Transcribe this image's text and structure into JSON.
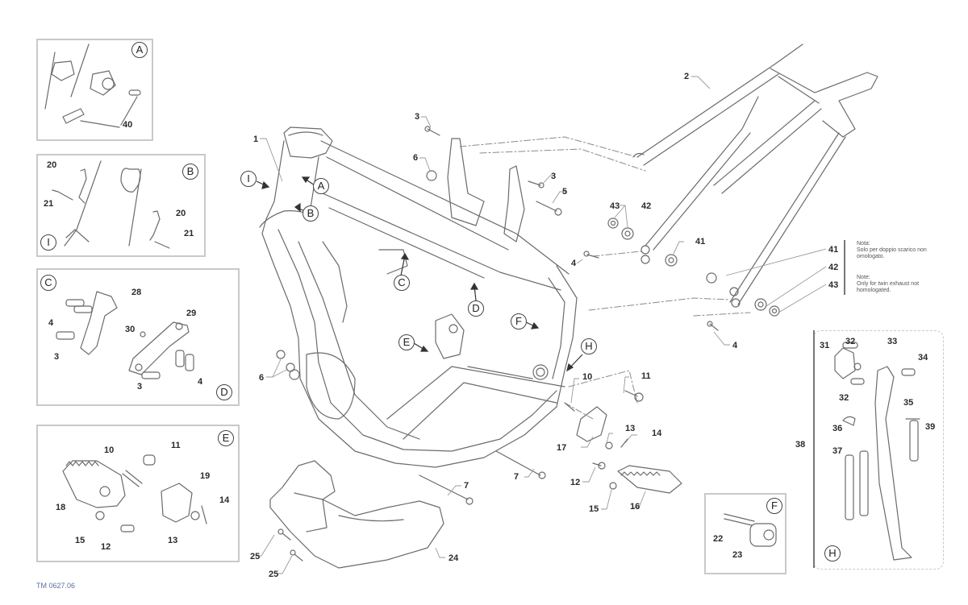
{
  "diagram": {
    "title": "Frame exploded parts diagram",
    "drawing_code": "TM 0627.06",
    "main_view": {
      "callouts": [
        {
          "id": "c1",
          "text": "1"
        },
        {
          "id": "c2",
          "text": "2"
        },
        {
          "id": "c3a",
          "text": "3"
        },
        {
          "id": "c3b",
          "text": "3"
        },
        {
          "id": "c4a",
          "text": "4"
        },
        {
          "id": "c4b",
          "text": "4"
        },
        {
          "id": "c5",
          "text": "5"
        },
        {
          "id": "c6a",
          "text": "6"
        },
        {
          "id": "c6b",
          "text": "6"
        },
        {
          "id": "c7a",
          "text": "7"
        },
        {
          "id": "c7b",
          "text": "7"
        },
        {
          "id": "c10",
          "text": "10"
        },
        {
          "id": "c11",
          "text": "11"
        },
        {
          "id": "c12",
          "text": "12"
        },
        {
          "id": "c13",
          "text": "13"
        },
        {
          "id": "c14",
          "text": "14"
        },
        {
          "id": "c15",
          "text": "15"
        },
        {
          "id": "c16",
          "text": "16"
        },
        {
          "id": "c17",
          "text": "17"
        },
        {
          "id": "c24",
          "text": "24"
        },
        {
          "id": "c25a",
          "text": "25"
        },
        {
          "id": "c25b",
          "text": "25"
        },
        {
          "id": "c41a",
          "text": "41"
        },
        {
          "id": "c42a",
          "text": "42"
        },
        {
          "id": "c43a",
          "text": "43"
        },
        {
          "id": "c41b",
          "text": "41"
        },
        {
          "id": "c42b",
          "text": "42"
        },
        {
          "id": "c43b",
          "text": "43"
        }
      ],
      "detail_refs": [
        "I",
        "A",
        "B",
        "C",
        "D",
        "E",
        "F",
        "H"
      ]
    },
    "notes": {
      "it_title": "Nota:",
      "it_text": "Solo per doppio scarico non omologato.",
      "en_title": "Note:",
      "en_text": "Only for twin exhaust not homologated."
    },
    "insets": {
      "A": {
        "ref": "A",
        "labels": [
          "40"
        ]
      },
      "BI": {
        "refs": [
          "B",
          "I"
        ],
        "labels": [
          "20",
          "21",
          "20",
          "21"
        ]
      },
      "CD": {
        "refs": [
          "C",
          "D"
        ],
        "labels": [
          "28",
          "4",
          "3",
          "29",
          "30",
          "4",
          "3"
        ]
      },
      "E": {
        "ref": "E",
        "labels": [
          "10",
          "11",
          "19",
          "14",
          "18",
          "15",
          "12",
          "13"
        ]
      },
      "F": {
        "ref": "F",
        "labels": [
          "22",
          "23"
        ]
      },
      "H": {
        "ref": "H",
        "group_label": "38",
        "labels": [
          "31",
          "32",
          "33",
          "34",
          "32",
          "35",
          "36",
          "39",
          "37"
        ]
      }
    }
  }
}
